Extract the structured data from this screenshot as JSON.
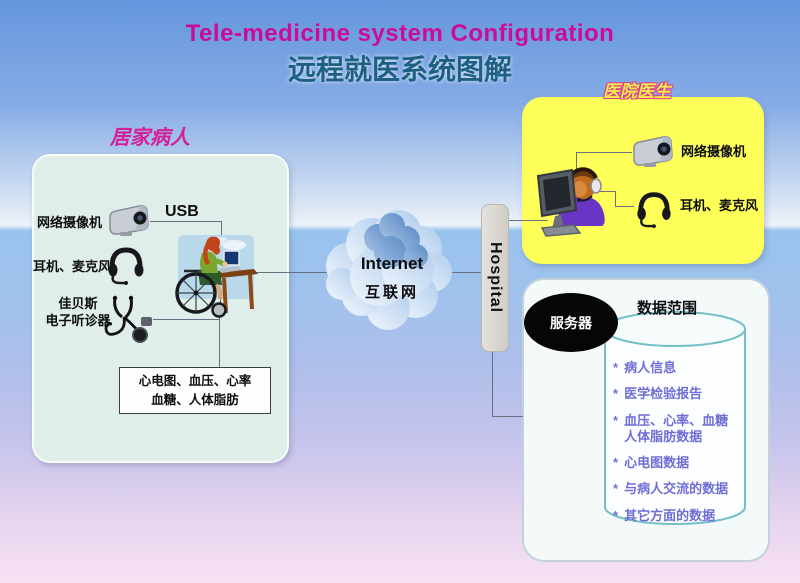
{
  "header": {
    "title": "Tele-medicine system Configuration",
    "subtitle": "远程就医系统图解"
  },
  "patient_panel": {
    "label": "居家病人",
    "usb_label": "USB",
    "webcam_label": "网络摄像机",
    "headset_label": "耳机、麦克风",
    "stethoscope_label": "佳贝斯\n电子听诊器",
    "measurements": "心电图、血压、心率\n血糖、人体脂肪"
  },
  "cloud": {
    "label_en": "Internet",
    "label_zh": "互联网"
  },
  "hospital": {
    "label": "Hospital"
  },
  "doctor_panel": {
    "label": "医院医生",
    "webcam_label": "网络摄像机",
    "headset_label": "耳机、麦克风"
  },
  "data_panel": {
    "title": "数据范围",
    "server_label": "服务器",
    "bullet": "*",
    "items": [
      {
        "text": "病人信息"
      },
      {
        "text": "医学检验报告"
      },
      {
        "text": "血压、心率、血糖\n人体脂肪数据"
      },
      {
        "text": "心电图数据"
      },
      {
        "text": "与病人交流的数据"
      },
      {
        "text": "其它方面的数据"
      }
    ]
  },
  "colors": {
    "title_magenta": "#cb0b99",
    "subtitle_blue": "#1e6084",
    "label_magenta": "#d41f96",
    "panel_mint": "#e0eee9",
    "panel_yellow": "#feff58",
    "doctor_label_yellow": "#f2ee4e",
    "list_purple": "#6e6ed6",
    "cylinder_teal": "#72c0c6",
    "hospital_gray": "#d5d3cc",
    "server_black": "#060606"
  }
}
